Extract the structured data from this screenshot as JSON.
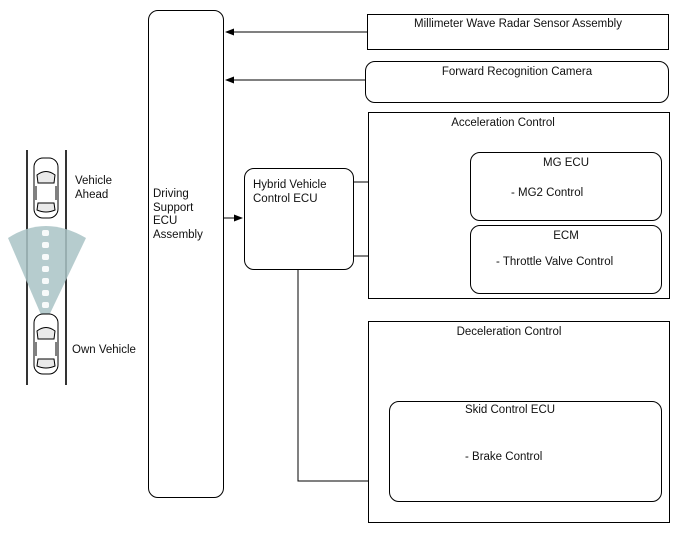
{
  "driving_support_ecu": {
    "label": "Driving\nSupport\nECU\nAssembly"
  },
  "radar_sensor": {
    "label": "Millimeter Wave Radar Sensor Assembly"
  },
  "forward_camera": {
    "label": "Forward Recognition Camera"
  },
  "hybrid_ecu": {
    "label": "Hybrid Vehicle\nControl ECU"
  },
  "acceleration_control": {
    "title": "Acceleration Control",
    "mg_ecu": {
      "title": "MG ECU",
      "item": "- MG2 Control"
    },
    "ecm": {
      "title": "ECM",
      "item": "- Throttle Valve Control"
    }
  },
  "deceleration_control": {
    "title": "Deceleration Control",
    "skid_ecu": {
      "title": "Skid Control ECU",
      "item": "- Brake Control"
    }
  },
  "vehicles": {
    "ahead_label": "Vehicle\nAhead",
    "own_label": "Own Vehicle"
  }
}
